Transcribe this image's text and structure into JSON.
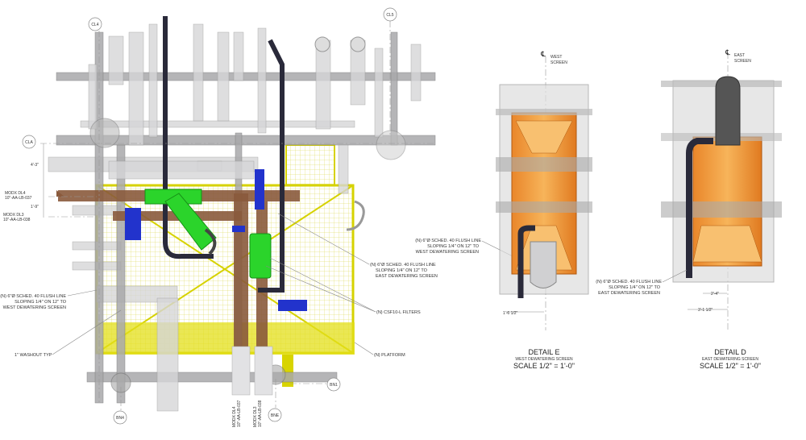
{
  "plan": {
    "gridlines": {
      "cl4": "CL4",
      "cl5": "CL5",
      "cla": "CLA",
      "bn4": "BN4",
      "bne": "BNE",
      "bn1": "BN1"
    },
    "dims": {
      "d1": "4'-3\"",
      "d2": "1'-9\""
    },
    "modx_dl4": {
      "name": "MODX DL4",
      "tag": "10\"-AA-LB-037"
    },
    "modx_dl3": {
      "name": "MODX DL3",
      "tag": "10\"-AA-LB-038"
    },
    "notes": {
      "west_flush": [
        "(N) 6\"Ø SCHED. 40 FLUSH LINE",
        "SLOPING 1/4\" ON 12\" TO",
        "WEST DEWATERING SCREEN"
      ],
      "washout": "1\" WASHOUT TYP",
      "east_flush": [
        "(N) 6\"Ø SCHED. 40 FLUSH LINE",
        "SLOPING 1/4\" ON 12\" TO",
        "EAST DEWATERING SCREEN"
      ],
      "filters": "(N) CSF10-L FILTERS",
      "platform": "(N) PLATFORM"
    }
  },
  "detail_e": {
    "cl_label": "℄",
    "cl_text": [
      "WEST",
      "SCREEN"
    ],
    "note": [
      "(N) 6\"Ø SCHED. 40 FLUSH LINE",
      "SLOPING 1/4\" ON 12\" TO",
      "WEST DEWATERING SCREEN"
    ],
    "dim": "1'-6 1/2\"",
    "title": "DETAIL  E",
    "subtitle": "WEST DEWATERING SCREEN",
    "scale": "SCALE 1/2\" = 1'-0\""
  },
  "detail_d": {
    "cl_label": "℄",
    "cl_text": [
      "EAST",
      "SCREEN"
    ],
    "note": [
      "(N) 6\"Ø SCHED. 40 FLUSH LINE",
      "SLOPING 1/4\" ON 12\" TO",
      "EAST DEWATERING SCREEN"
    ],
    "dim1": "2'-4\"",
    "dim2": "3'-1 1/2\"",
    "title": "DETAIL  D",
    "subtitle": "EAST DEWATERING SCREEN",
    "scale": "SCALE 1/2\" = 1'-0\""
  },
  "colors": {
    "platform": "#e3df1a",
    "flush_pipe": "#2a2a3a",
    "copper": "#8a5a3c",
    "green": "#2bd42b",
    "blue": "#2233cc",
    "screen": "#f0a030"
  }
}
